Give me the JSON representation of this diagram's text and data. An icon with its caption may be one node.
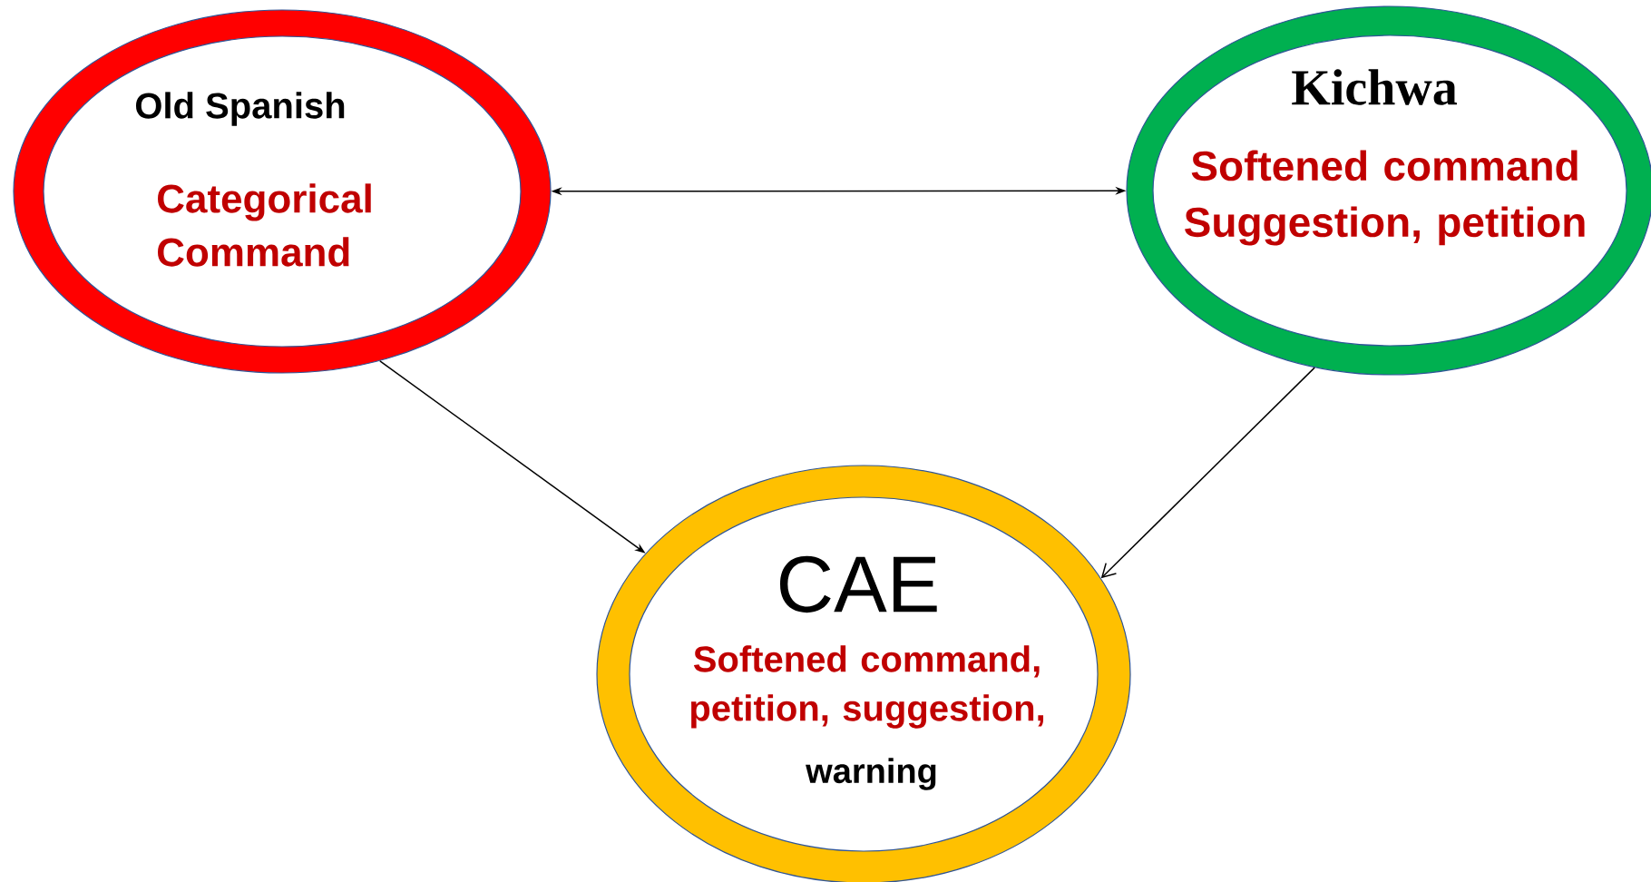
{
  "diagram": {
    "nodes": [
      {
        "text": [
          "Old Spanish",
          "Categorical Command"
        ]
      },
      {
        "text": [
          "Kichwa",
          "Softened command Suggestion, petition"
        ]
      },
      {
        "text": [
          "CAE",
          "Softened command, petition, suggestion,",
          "warning"
        ]
      }
    ],
    "edges": [
      {
        "from": 0,
        "to": 1,
        "arrow": "both"
      },
      {
        "from": 0,
        "to": 2,
        "arrow": "to"
      },
      {
        "from": 1,
        "to": 2,
        "arrow": "to"
      }
    ]
  }
}
